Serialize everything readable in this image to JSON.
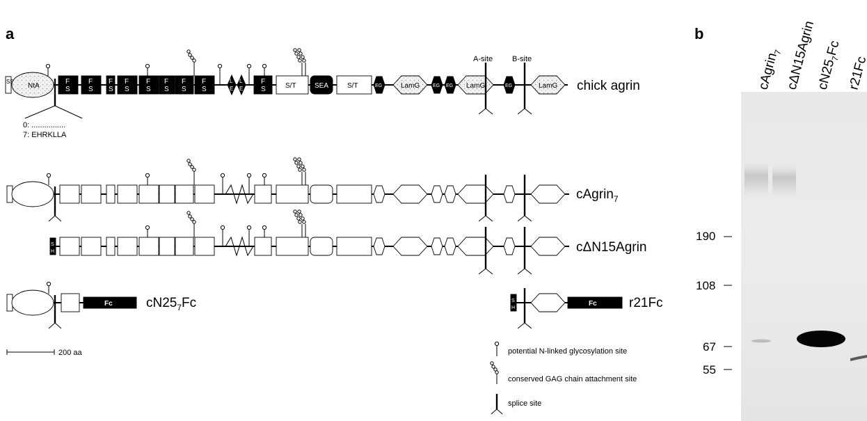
{
  "panels": {
    "a": "a",
    "b": "b"
  },
  "diagram": {
    "constructs": {
      "chick_agrin": "chick agrin",
      "cagrin7": "cAgrin",
      "cagrin7_sub": "7",
      "cdn15": "cΔN15Agrin",
      "cn25_main": "cN25",
      "cn25_sub": "7",
      "cn25_end": "Fc",
      "r21fc": "r21Fc"
    },
    "sites": {
      "a_site": "A-site",
      "b_site": "B-site"
    },
    "splice_inset": {
      "line0": "0: ................",
      "line7": "7: EHRKLLA"
    },
    "domain_labels": {
      "ss": "SS",
      "nta": "NtA",
      "fs_f": "F",
      "fs_s": "S",
      "le_l": "L",
      "le_e": "E",
      "st": "S/T",
      "sea": "SEA",
      "eg": "EG",
      "lamg": "LamG",
      "fc": "Fc",
      "sh_s": "S",
      "sh_h": "H"
    },
    "scale_bar": "200 aa",
    "legend": {
      "glyco": "potential N-linked glycosylation site",
      "gag": "conserved GAG chain attachment site",
      "splice": "splice site"
    }
  },
  "blot": {
    "lanes": [
      {
        "main": "cAgrin",
        "sub": "7",
        "end": ""
      },
      {
        "main": "cΔN15Agrin",
        "sub": "",
        "end": ""
      },
      {
        "main": "cN25",
        "sub": "7",
        "end": "Fc"
      },
      {
        "main": "r21Fc",
        "sub": "",
        "end": ""
      }
    ],
    "markers": [
      "190",
      "108",
      "67",
      "55"
    ]
  }
}
